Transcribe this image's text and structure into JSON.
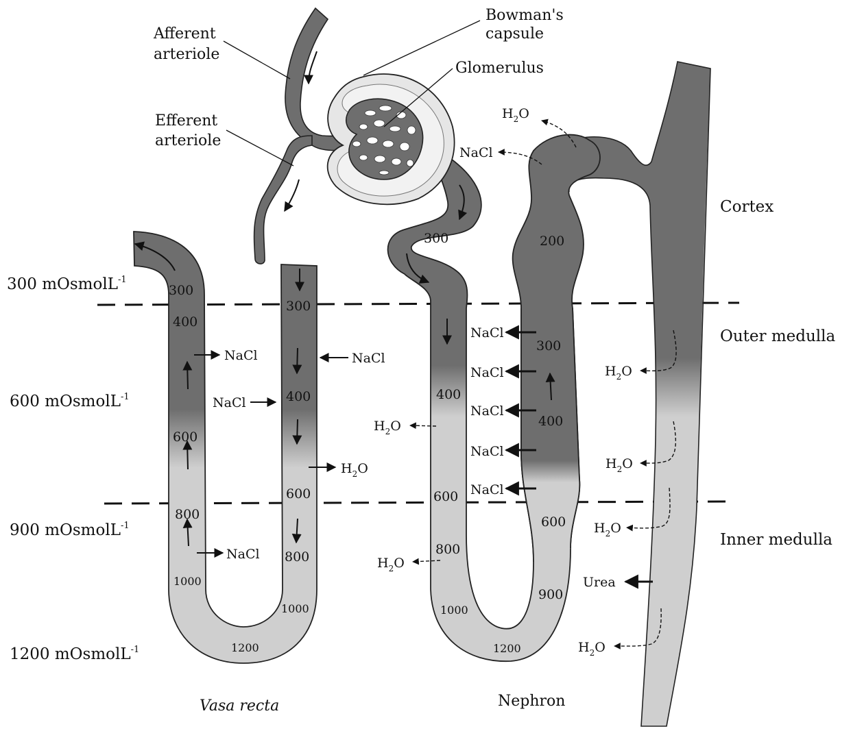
{
  "labels": {
    "afferent_1": "Afferent",
    "afferent_2": "arteriole",
    "efferent_1": "Efferent",
    "efferent_2": "arteriole",
    "bowman_1": "Bowman's",
    "bowman_2": "capsule",
    "glomerulus": "Glomerulus",
    "vasa_recta": "Vasa recta",
    "nephron": "Nephron"
  },
  "zones": {
    "cortex": "Cortex",
    "outer_medulla": "Outer medulla",
    "inner_medulla": "Inner medulla"
  },
  "osmolarity": {
    "o300": "300 mOsmolL",
    "o600": "600 mOsmolL",
    "o900": "900 mOsmolL",
    "o1200": "1200 mOsmolL",
    "exp": "-1"
  },
  "values": {
    "vr_asc": [
      "300",
      "400",
      "600",
      "800",
      "1000"
    ],
    "vr_desc": [
      "300",
      "400",
      "600",
      "800",
      "1000"
    ],
    "vr_bottom": "1200",
    "n_desc": [
      "300",
      "400",
      "600",
      "800",
      "1000"
    ],
    "n_bottom": "1200",
    "n_asc": [
      "200",
      "300",
      "400",
      "600",
      "900"
    ]
  },
  "solutes": {
    "nacl": "NaCl",
    "h2o_h": "H",
    "h2o_sub": "2",
    "h2o_o": "O",
    "urea": "Urea"
  },
  "colors": {
    "dark": "#6e6e6e",
    "light": "#cfcfcf",
    "capsule": "#e6e6e6"
  }
}
